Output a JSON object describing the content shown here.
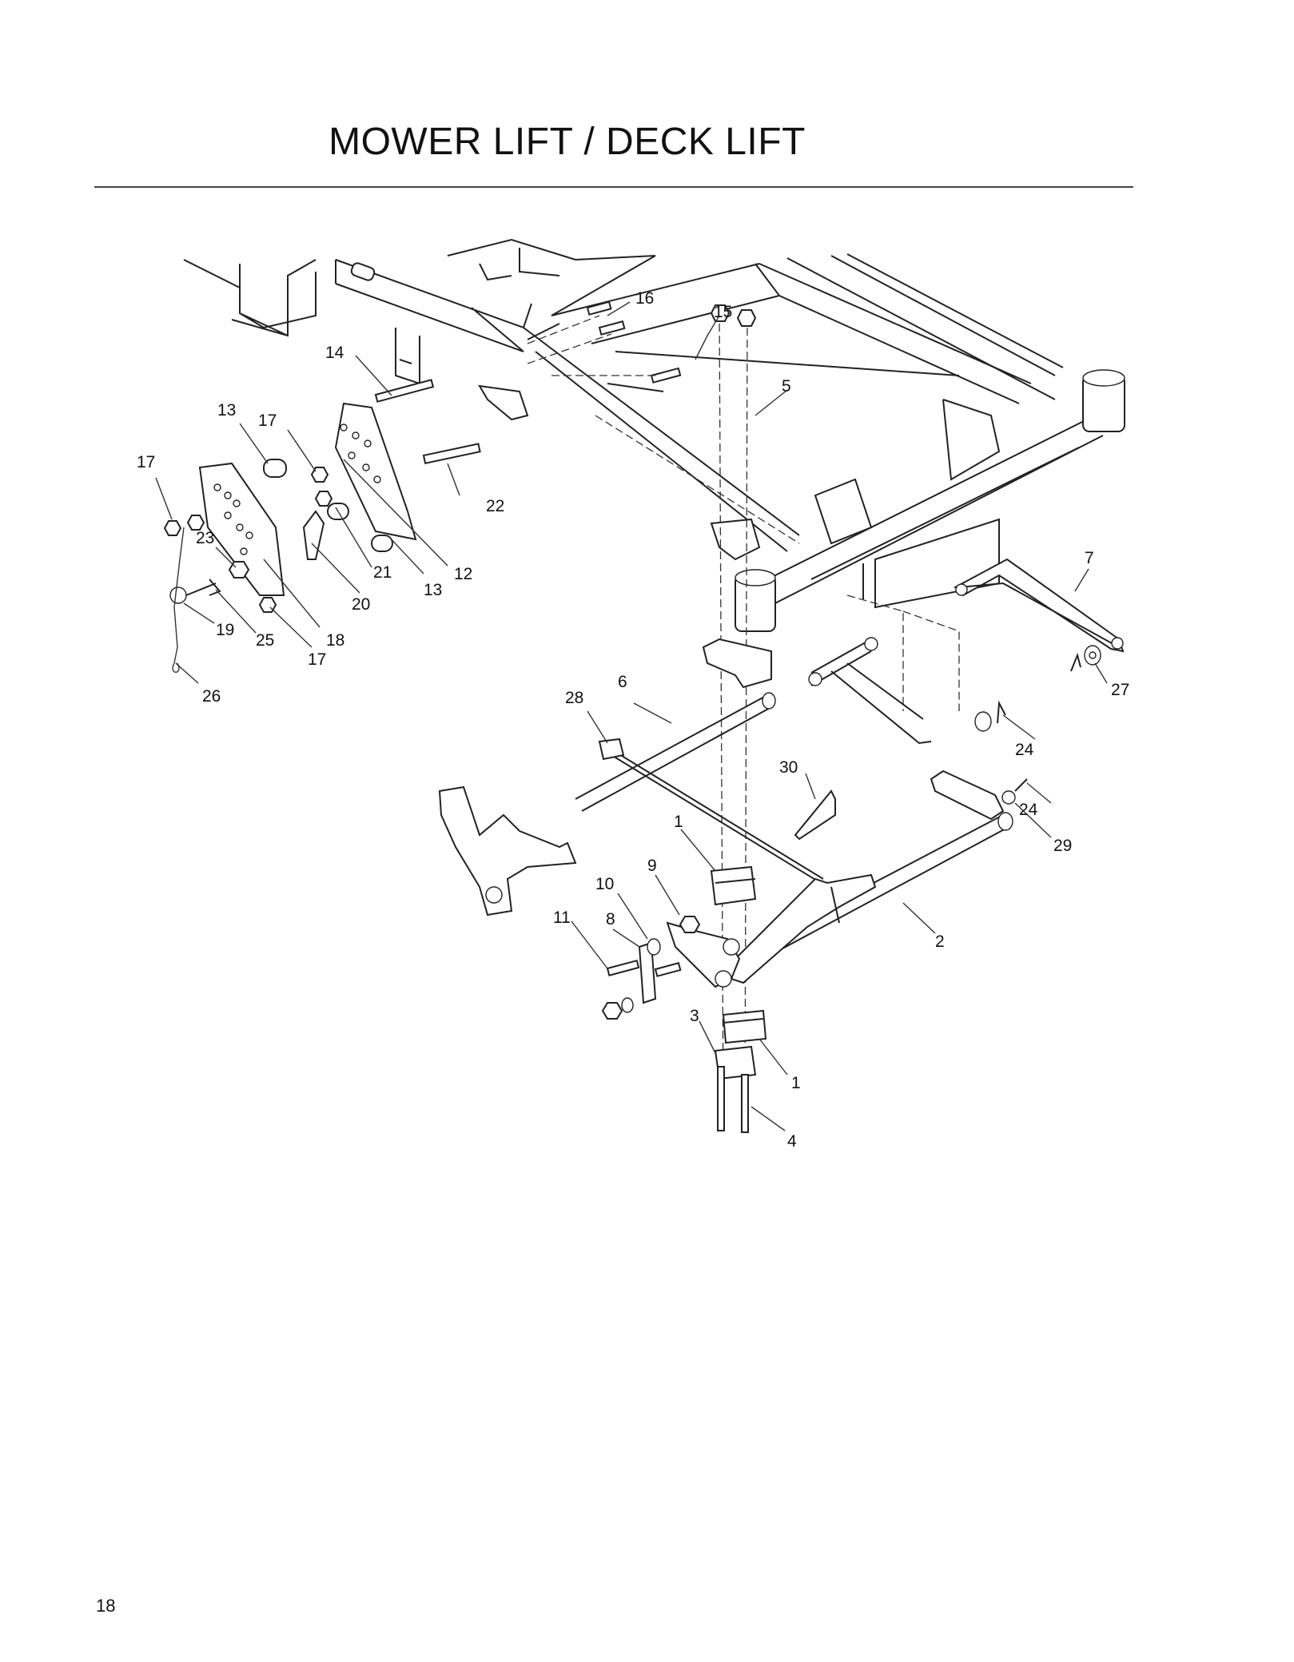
{
  "page": {
    "title": "MOWER LIFT / DECK LIFT",
    "page_number": "18"
  },
  "diagram": {
    "callouts": [
      {
        "id": "c1a",
        "label": "1"
      },
      {
        "id": "c1b",
        "label": "1"
      },
      {
        "id": "c2",
        "label": "2"
      },
      {
        "id": "c3",
        "label": "3"
      },
      {
        "id": "c4",
        "label": "4"
      },
      {
        "id": "c5",
        "label": "5"
      },
      {
        "id": "c6",
        "label": "6"
      },
      {
        "id": "c7",
        "label": "7"
      },
      {
        "id": "c8",
        "label": "8"
      },
      {
        "id": "c9",
        "label": "9"
      },
      {
        "id": "c10",
        "label": "10"
      },
      {
        "id": "c11",
        "label": "11"
      },
      {
        "id": "c12",
        "label": "12"
      },
      {
        "id": "c13a",
        "label": "13"
      },
      {
        "id": "c13b",
        "label": "13"
      },
      {
        "id": "c14",
        "label": "14"
      },
      {
        "id": "c15",
        "label": "15"
      },
      {
        "id": "c16",
        "label": "16"
      },
      {
        "id": "c17a",
        "label": "17"
      },
      {
        "id": "c17b",
        "label": "17"
      },
      {
        "id": "c17c",
        "label": "17"
      },
      {
        "id": "c18",
        "label": "18"
      },
      {
        "id": "c19",
        "label": "19"
      },
      {
        "id": "c20",
        "label": "20"
      },
      {
        "id": "c21",
        "label": "21"
      },
      {
        "id": "c22",
        "label": "22"
      },
      {
        "id": "c23",
        "label": "23"
      },
      {
        "id": "c24a",
        "label": "24"
      },
      {
        "id": "c24b",
        "label": "24"
      },
      {
        "id": "c25",
        "label": "25"
      },
      {
        "id": "c26",
        "label": "26"
      },
      {
        "id": "c27",
        "label": "27"
      },
      {
        "id": "c28",
        "label": "28"
      },
      {
        "id": "c29",
        "label": "29"
      },
      {
        "id": "c30",
        "label": "30"
      }
    ]
  }
}
